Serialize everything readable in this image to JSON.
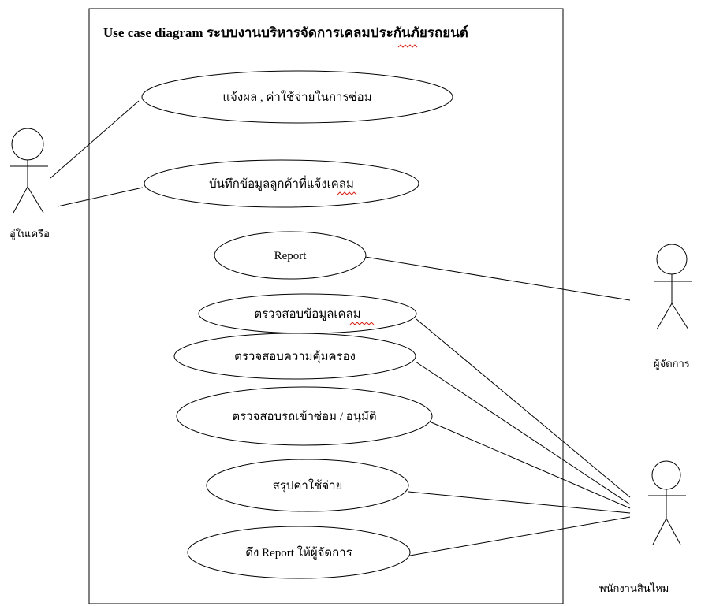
{
  "title": "Use case diagram ระบบงานบริหารจัดการเคลมประกันภัยรถยนต์",
  "actors": {
    "garage": "อู่ในเครือ",
    "manager": "ผู้จัดการ",
    "claims_staff": "พนักงานสินไหม"
  },
  "use_cases": {
    "notify_repair_cost": "แจ้งผล , ค่าใช้จ่ายในการซ่อม",
    "record_customer_claim": "บันทึกข้อมูลลูกค้าที่แจ้งเคลม",
    "report": "Report",
    "check_claim_data": "ตรวจสอบข้อมูลเคลม",
    "check_coverage": "ตรวจสอบความคุ้มครอง",
    "check_car_repair_approve": "ตรวจสอบรถเข้าซ่อม / อนุมัติ",
    "summarize_expenses": "สรุปค่าใช้จ่าย",
    "pull_report_for_manager": "ดึง Report ให้ผู้จัดการ"
  },
  "colors": {
    "stroke": "#000000",
    "background": "#ffffff",
    "spellcheck_underline": "#d9261c"
  }
}
